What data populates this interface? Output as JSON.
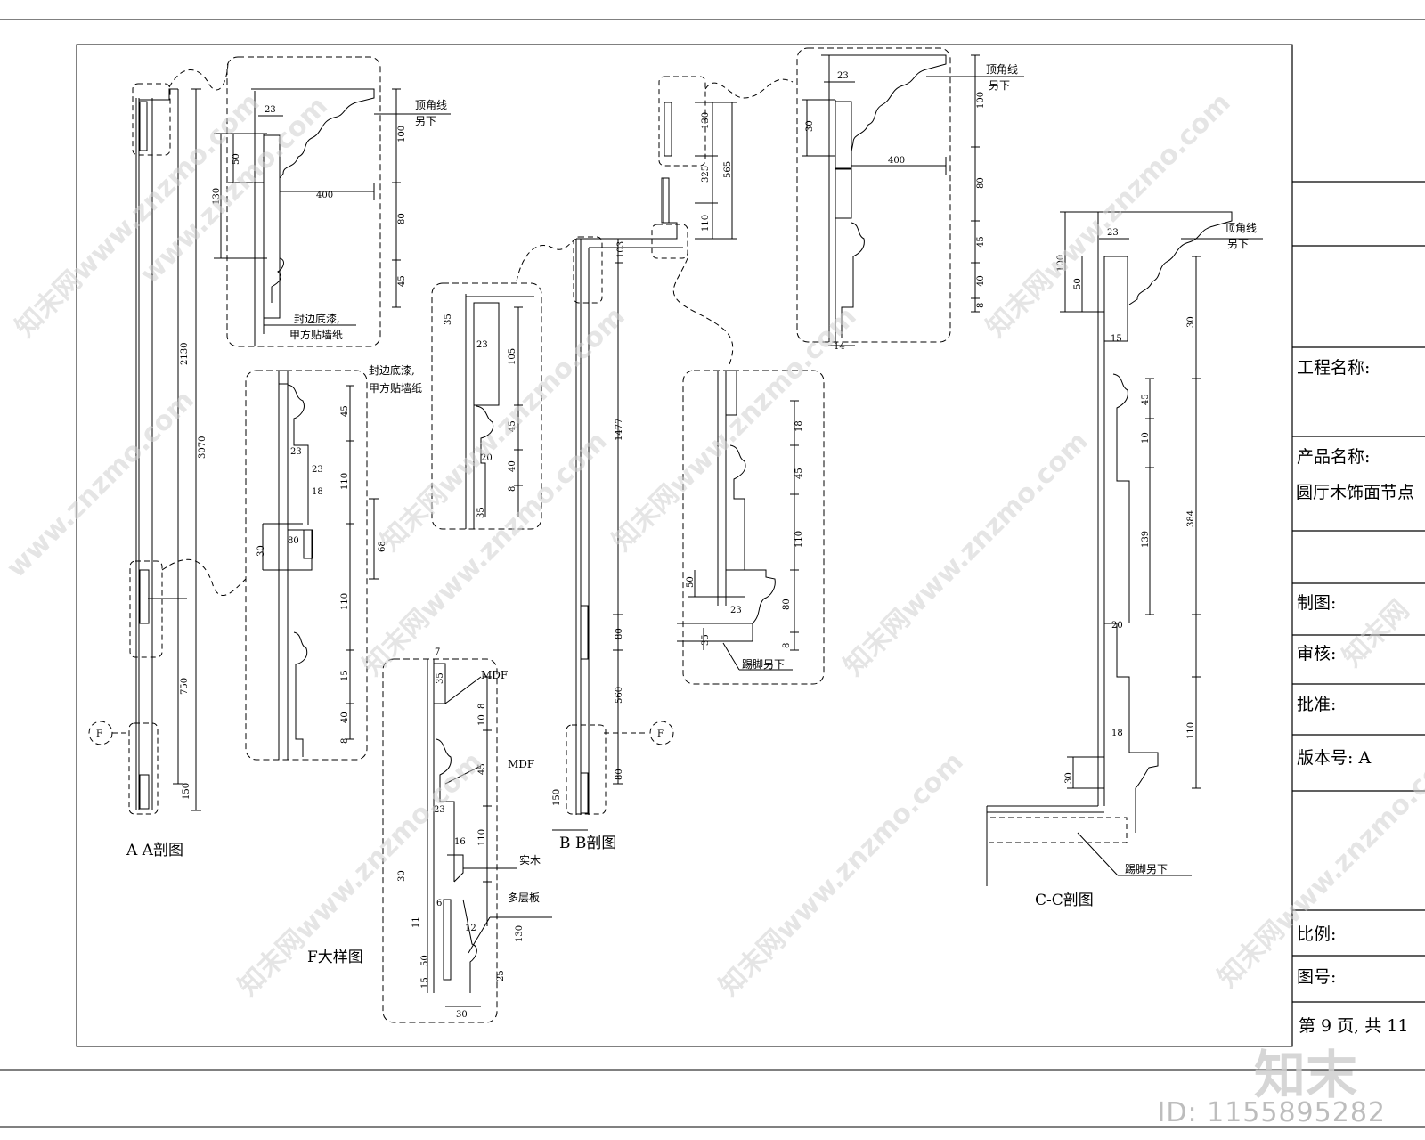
{
  "title_block": {
    "project_label": "工程名称:",
    "product_label": "产品名称:",
    "product_name": "圆厅木饰面节点",
    "drawn_label": "制图:",
    "checked_label": "审核:",
    "approved_label": "批准:",
    "version_label": "版本号: A",
    "scale_label": "比例:",
    "drawing_no_label": "图号:",
    "page_label": "第 9 页, 共 11"
  },
  "views": {
    "aa": "A A剖图",
    "bb": "B B剖图",
    "cc": "C-C剖图",
    "f": "F大样图"
  },
  "annotations": {
    "crown_a": "顶角线",
    "crown_a2": "另下",
    "edge_a": "封边底漆,",
    "edge_a2": "甲方贴墙纸",
    "edge_b": "封边底漆,",
    "edge_b2": "甲方贴墙纸",
    "crown_b": "顶角线",
    "crown_b2": "另下",
    "crown_c": "顶角线",
    "crown_c2": "另下",
    "skirt_b": "踢脚另下",
    "skirt_c": "踢脚另下",
    "mdf1": "MDF",
    "mdf2": "MDF",
    "solid": "实木",
    "ply": "多层板",
    "cut_f1": "F",
    "cut_f2": "F"
  },
  "dimensions": {
    "aa": [
      "3070",
      "2130",
      "750",
      "150"
    ],
    "detail_a_top": [
      "23",
      "50",
      "130",
      "400",
      "100",
      "80",
      "45"
    ],
    "detail_a_mid": [
      "45",
      "23",
      "23",
      "18",
      "110",
      "30",
      "80",
      "68",
      "110",
      "15",
      "40",
      "8"
    ],
    "detail_b_small": [
      "35",
      "23",
      "105",
      "45",
      "20",
      "40",
      "8",
      "35"
    ],
    "bb": [
      "325",
      "565",
      "130",
      "110",
      "103",
      "1477",
      "80",
      "560",
      "80",
      "150"
    ],
    "detail_b_top": [
      "23",
      "30",
      "400",
      "100",
      "80",
      "45",
      "40",
      "8",
      "14"
    ],
    "detail_b_bottom": [
      "18",
      "45",
      "110",
      "50",
      "23",
      "80",
      "35",
      "8"
    ],
    "cc": [
      "23",
      "100",
      "50",
      "30",
      "15",
      "45",
      "10",
      "384",
      "139",
      "20",
      "18",
      "110",
      "30"
    ],
    "f": [
      "7",
      "35",
      "8",
      "10",
      "45",
      "23",
      "16",
      "110",
      "30",
      "6",
      "11",
      "12",
      "130",
      "50",
      "15",
      "25",
      "30"
    ]
  },
  "watermark": {
    "site": "www.znzmo.com",
    "brand": "知末网",
    "logo": "知末",
    "id": "ID: 1155895282"
  }
}
